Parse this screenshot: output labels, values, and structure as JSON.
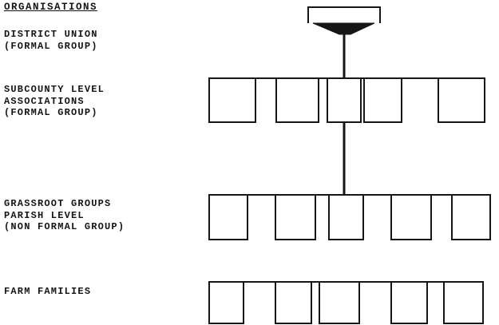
{
  "page": {
    "title": "ORGANISATIONS"
  },
  "labels": {
    "district": [
      "DISTRICT UNION",
      "(FORMAL GROUP)"
    ],
    "subcounty": [
      "SUBCOUNTY LEVEL",
      "ASSOCIATIONS",
      "(FORMAL GROUP)"
    ],
    "grassroot": [
      "GRASSROOT GROUPS",
      "PARISH LEVEL",
      "(NON FORMAL GROUP)"
    ],
    "farm": [
      "FARM FAMILIES"
    ]
  },
  "diagram": {
    "type": "org-hierarchy",
    "levels": [
      {
        "name": "district-union",
        "label": "DISTRICT UNION (FORMAL GROUP)",
        "boxes": 1
      },
      {
        "name": "subcounty-associations",
        "label": "SUBCOUNTY LEVEL ASSOCIATIONS (FORMAL GROUP)",
        "boxes": 5
      },
      {
        "name": "grassroot-groups",
        "label": "GRASSROOT GROUPS PARISH LEVEL (NON FORMAL GROUP)",
        "boxes": 5
      },
      {
        "name": "farm-families",
        "label": "FARM FAMILIES",
        "boxes": 5
      }
    ],
    "connectors": [
      {
        "from": "district-union",
        "to": "subcounty-associations"
      },
      {
        "from": "subcounty-associations",
        "to": "grassroot-groups"
      }
    ],
    "colors": {
      "ink": "#161616",
      "paper": "#ffffff"
    }
  }
}
